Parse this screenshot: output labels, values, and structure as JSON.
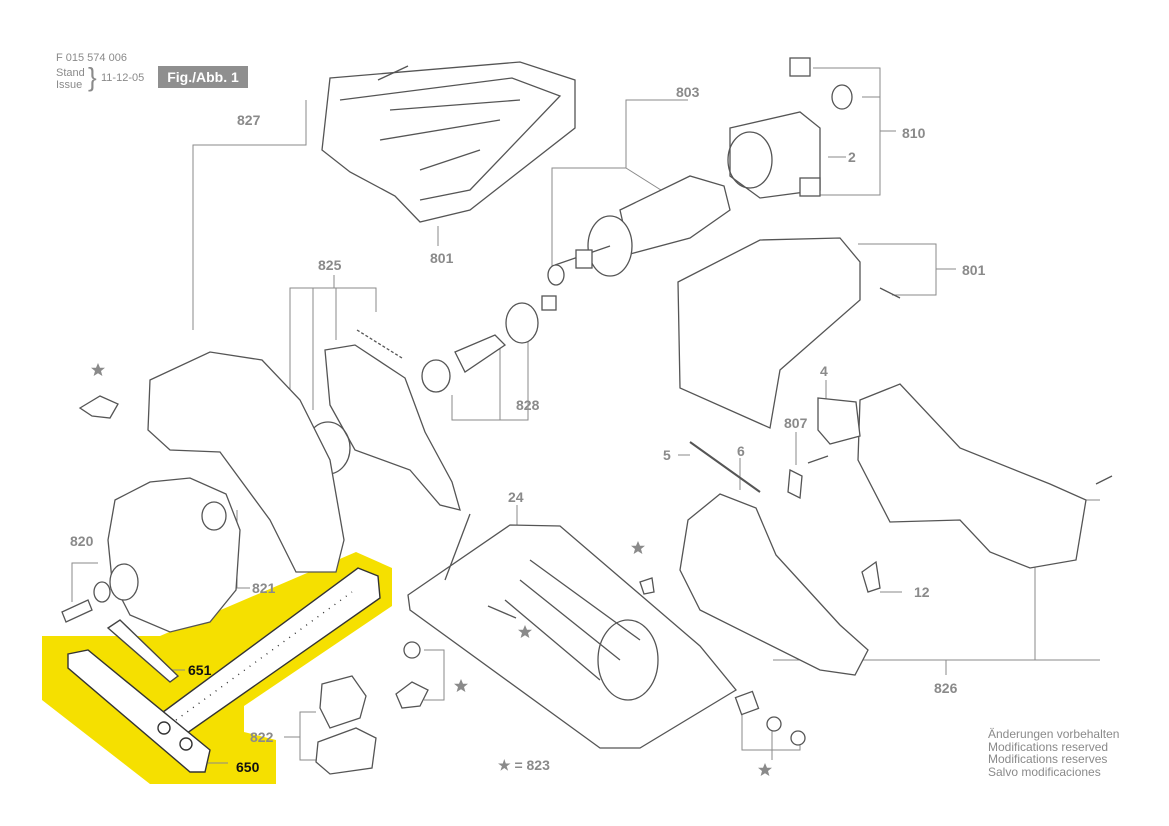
{
  "header": {
    "doc_number": "F 015 574 006",
    "stand_label": "Stand",
    "issue_label": "Issue",
    "date": "11-12-05",
    "figure_tag": "Fig./Abb. 1"
  },
  "part_labels": {
    "p827": "827",
    "p801a": "801",
    "p803": "803",
    "p810": "810",
    "p2": "2",
    "p801b": "801",
    "p825": "825",
    "p828": "828",
    "p4": "4",
    "p807": "807",
    "p5": "5",
    "p6": "6",
    "p24": "24",
    "p820": "820",
    "p821": "821",
    "p12": "12",
    "p651": "651",
    "p650": "650",
    "p822": "822",
    "p826": "826"
  },
  "legend": {
    "text": "★ = 823"
  },
  "notes": [
    "Änderungen vorbehalten",
    "Modifications reserved",
    "Modifications reserves",
    "Salvo modificaciones"
  ],
  "colors": {
    "highlight": "#f5e000",
    "line": "#8a8a8a",
    "part": "#555555"
  },
  "icons": {
    "star": "star-icon"
  }
}
